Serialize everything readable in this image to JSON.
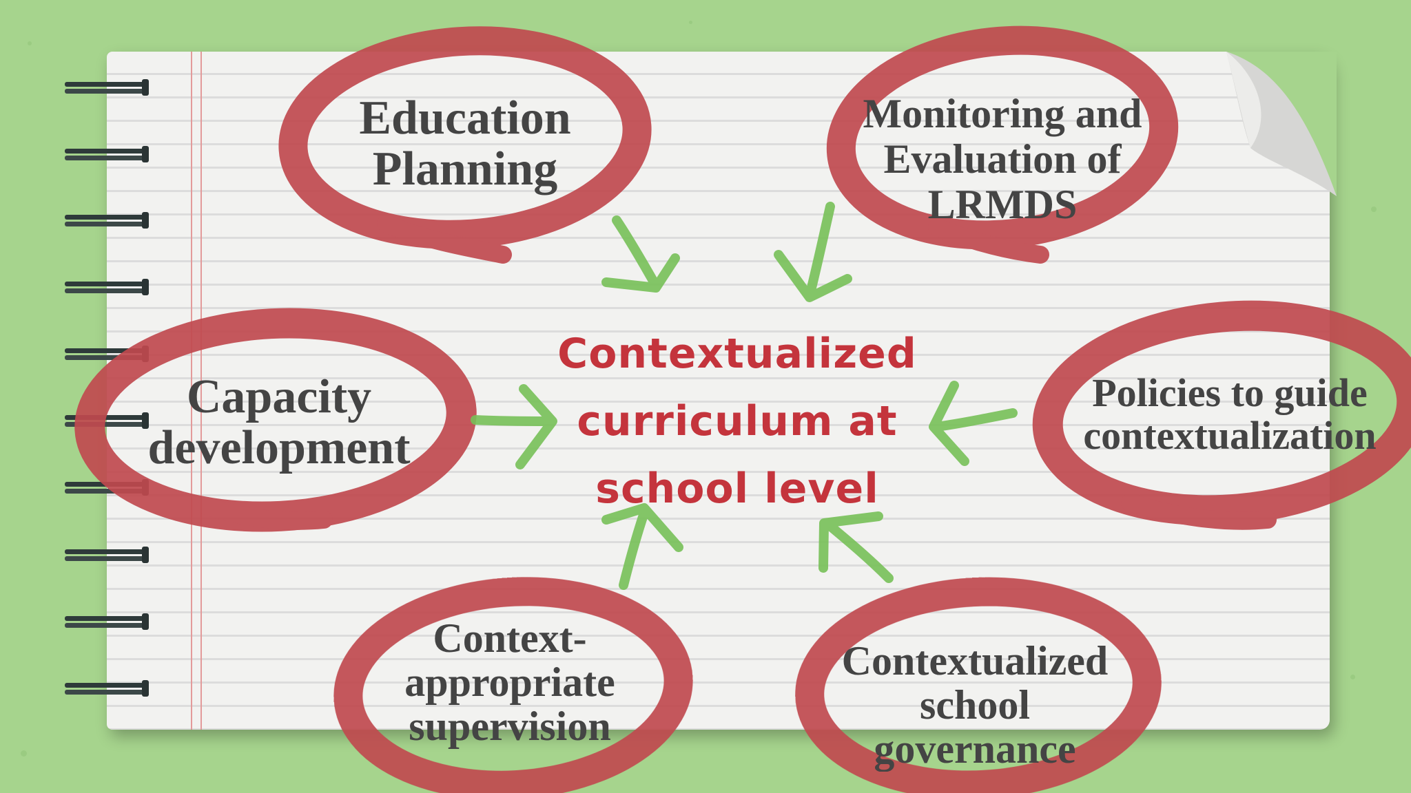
{
  "center": {
    "line1": "Contextualized",
    "line2": "curriculum at",
    "line3": "school level"
  },
  "nodes": {
    "education_planning": {
      "line1": "Education",
      "line2": "Planning"
    },
    "monitoring": {
      "line1": "Monitoring and",
      "line2": "Evaluation of",
      "line3": "LRMDS"
    },
    "capacity": {
      "line1": "Capacity",
      "line2": "development"
    },
    "policies": {
      "line1": "Policies to guide",
      "line2": "contextualization"
    },
    "supervision": {
      "line1": "Context-",
      "line2": "appropriate",
      "line3": "supervision"
    },
    "governance": {
      "line1": "Contextualized",
      "line2": "school",
      "line3": "governance"
    }
  },
  "colors": {
    "background": "#a6d48d",
    "circle": "#c0494f",
    "arrow": "#77c058",
    "center_text": "#c4343c",
    "node_text": "#444444"
  }
}
